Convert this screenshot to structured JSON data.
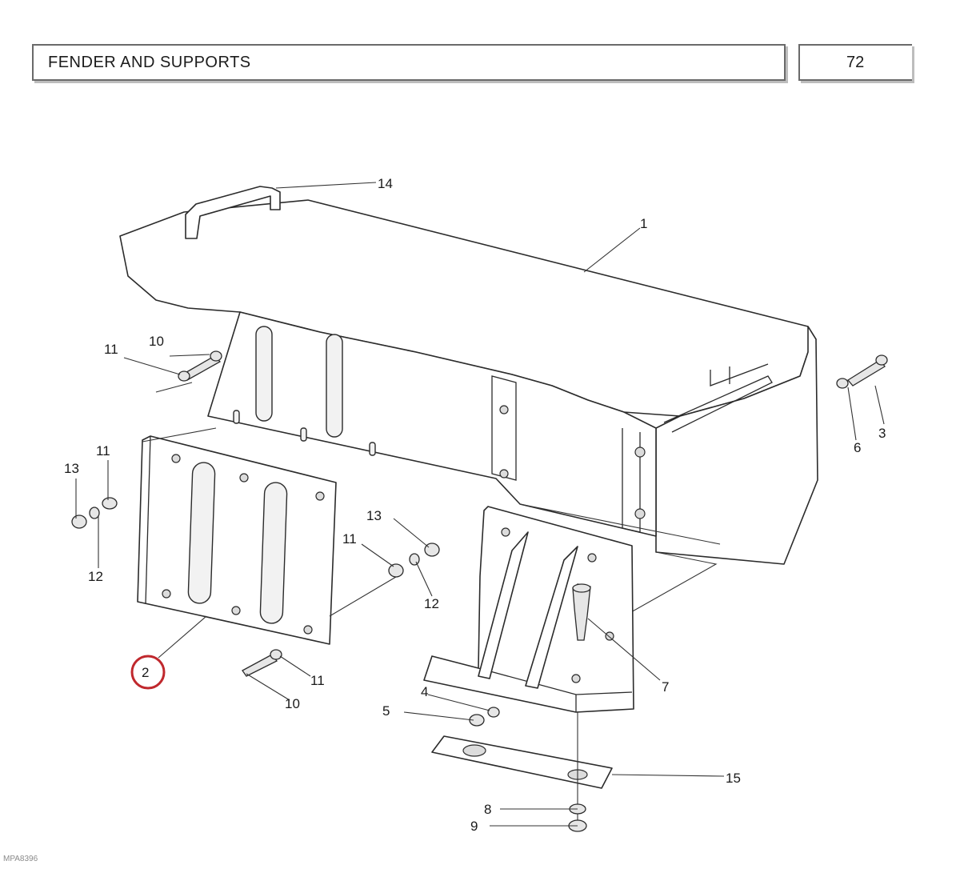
{
  "header": {
    "title": "FENDER AND SUPPORTS",
    "page_number": "72"
  },
  "footer": {
    "drawing_code": "MPA8396"
  },
  "callouts": {
    "c1": "1",
    "c2": "2",
    "c3": "3",
    "c4": "4",
    "c5": "5",
    "c6": "6",
    "c7": "7",
    "c8": "8",
    "c9": "9",
    "c10a": "10",
    "c10b": "10",
    "c11a": "11",
    "c11b": "11",
    "c11c": "11",
    "c11d": "11",
    "c12a": "12",
    "c12b": "12",
    "c13a": "13",
    "c13b": "13",
    "c14": "14",
    "c15": "15"
  },
  "highlight": {
    "color": "#c0282d",
    "target": "2"
  }
}
